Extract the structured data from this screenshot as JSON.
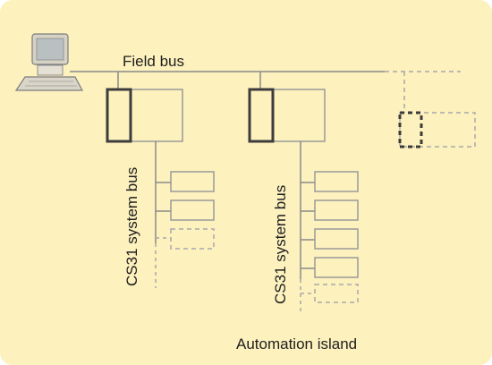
{
  "labels": {
    "field_bus": "Field bus",
    "system_bus_1": "CS31 system bus",
    "system_bus_2": "CS31 system bus",
    "automation_island": "Automation island"
  },
  "colors": {
    "background": "#fdf1be",
    "line": "#8a8a8a",
    "device_fill": "#fdf1be",
    "device_stroke": "#9a9a9a",
    "cpu_stroke": "#3c3c3c",
    "dashed": "#a8a8a8",
    "text": "#1e1e1e"
  },
  "icons": {
    "computer": "computer-terminal-icon"
  }
}
